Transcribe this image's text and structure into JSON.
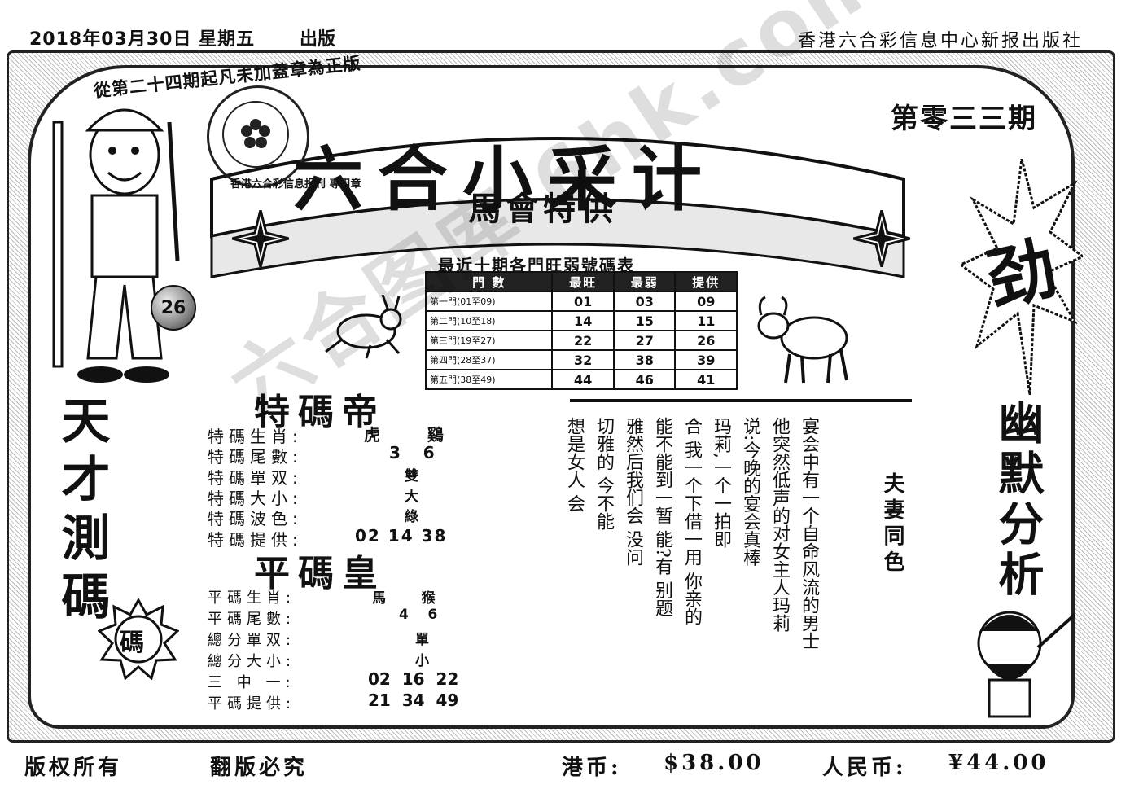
{
  "header": {
    "date": "2018年03月30日 星期五",
    "status": "出版",
    "publisher": "香港六合彩信息中心新报出版社"
  },
  "masthead": {
    "notice": "從第二十四期起凡未加蓋章為正版",
    "issue": "第零三三期",
    "title": "六合小采计",
    "subtitle": "馬會特供",
    "stamp": "香港六合彩信息报刊 專用章",
    "ball_number": "26"
  },
  "stats_table": {
    "title": "最近十期各門旺弱號碼表",
    "headers": [
      "門 數",
      "最旺",
      "最弱",
      "提供"
    ],
    "rows": [
      {
        "label": "第一門(01至09)",
        "hot": "01",
        "cold": "03",
        "pick": "09"
      },
      {
        "label": "第二門(10至18)",
        "hot": "14",
        "cold": "15",
        "pick": "11"
      },
      {
        "label": "第三門(19至27)",
        "hot": "22",
        "cold": "27",
        "pick": "26"
      },
      {
        "label": "第四門(28至37)",
        "hot": "32",
        "cold": "38",
        "pick": "39"
      },
      {
        "label": "第五門(38至49)",
        "hot": "44",
        "cold": "46",
        "pick": "41"
      }
    ]
  },
  "special": {
    "title": "特碼帝",
    "rows": [
      {
        "label": "特碼生肖:",
        "value": "虎    鷄"
      },
      {
        "label": "特碼尾數:",
        "value": "3    6"
      },
      {
        "label": "特碼單双:",
        "value": "雙"
      },
      {
        "label": "特碼大小:",
        "value": "大"
      },
      {
        "label": "特碼波色:",
        "value": "綠"
      },
      {
        "label": "特碼提供:",
        "value": "02 14 38"
      }
    ]
  },
  "regular": {
    "title": "平碼皇",
    "rows": [
      {
        "label": "平碼生肖:",
        "value": "馬    猴"
      },
      {
        "label": "平碼尾數:",
        "value": "4    6"
      },
      {
        "label": "總分單双:",
        "value": "單"
      },
      {
        "label": "總分大小:",
        "value": "小"
      },
      {
        "label": "三 中 一:",
        "value": "02  16  22"
      },
      {
        "label": "平碼提供:",
        "value": "21  34  49"
      }
    ]
  },
  "left_slogan": "天才測碼",
  "right_slogan": "幽默分析",
  "right_burst": "劲",
  "badge": "碼",
  "story": {
    "title": "夫妻同色",
    "columns": [
      "宴会中有一个自命风流的男士",
      "他突然低声的对女主人玛莉",
      "说:今晚的宴会真棒",
      "玛莉,一个一拍即",
      "合 我一个下借一用 你亲的",
      "能不能到一暂 能?有 别题",
      "雅然后我们会 没问",
      "切雅的 今不能",
      "想是女人 会"
    ]
  },
  "footer": {
    "copyright": "版权所有",
    "piracy": "翻版必究",
    "hk_price_label": "港币:",
    "hk_price": "$38.00",
    "rmb_price_label": "人民币:",
    "rmb_price": "¥44.00"
  },
  "watermark": "六合图库 6hk.com"
}
